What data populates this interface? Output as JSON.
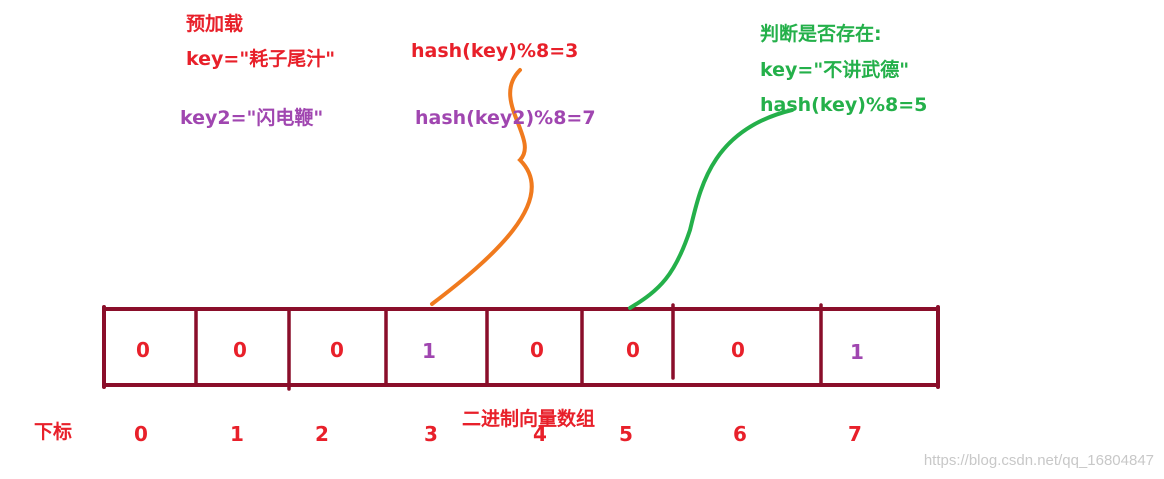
{
  "left_notes": {
    "title": "预加载",
    "key1": "key=\"耗子尾汁\"",
    "key2": "key2=\"闪电鞭\""
  },
  "hash_notes": {
    "hash1": "hash(key)%8=3",
    "hash2": "hash(key2)%8=7"
  },
  "check_notes": {
    "title": "判断是否存在:",
    "key": "key=\"不讲武德\"",
    "hash": "hash(key)%8=5"
  },
  "bit_vector": {
    "caption": "二进制向量数组",
    "index_label": "下标",
    "cells": [
      {
        "value": "0",
        "index": "0",
        "highlighted": false
      },
      {
        "value": "0",
        "index": "1",
        "highlighted": false
      },
      {
        "value": "0",
        "index": "2",
        "highlighted": false
      },
      {
        "value": "1",
        "index": "3",
        "highlighted": true
      },
      {
        "value": "0",
        "index": "4",
        "highlighted": false
      },
      {
        "value": "0",
        "index": "5",
        "highlighted": false
      },
      {
        "value": "0",
        "index": "6",
        "highlighted": false
      },
      {
        "value": "1",
        "index": "7",
        "highlighted": true
      }
    ]
  },
  "colors": {
    "red": "#e8202a",
    "purple": "#a046b0",
    "green": "#24b04a",
    "orange": "#f07a1e",
    "border": "#8a0e2a"
  },
  "watermark": "https://blog.csdn.net/qq_16804847"
}
